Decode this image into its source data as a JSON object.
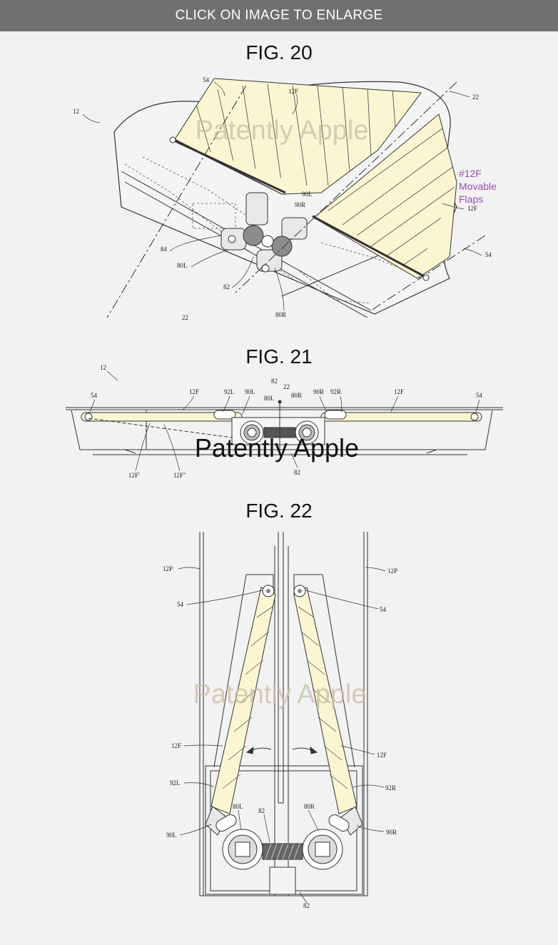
{
  "banner": {
    "text": "CLICK ON IMAGE TO ENLARGE"
  },
  "watermark": "Patently Apple",
  "colors": {
    "flap": "#fbf6d2",
    "line": "#333333",
    "banner": "#707070",
    "note": "#9a4fb0"
  },
  "fig20": {
    "title": "FIG. 20",
    "annotation": [
      "#12F",
      "Movable",
      "Flaps"
    ],
    "labels": {
      "l12": "12",
      "l54a": "54",
      "l54b": "54",
      "l22a": "22",
      "l22b": "22",
      "l12Fa": "12F",
      "l12Fb": "12F",
      "l90L": "90L",
      "l90R": "90R",
      "l84": "84",
      "l80L": "80L",
      "l82": "82",
      "l80R": "80R"
    }
  },
  "fig21": {
    "title": "FIG. 21",
    "labels": {
      "l12": "12",
      "l54L": "54",
      "l54R": "54",
      "l12FL": "12F",
      "l12FR": "12F",
      "l92L": "92L",
      "l90L": "90L",
      "l80L": "80L",
      "l82t": "82",
      "l22": "22",
      "l80R": "80R",
      "l90R": "90R",
      "l92R": "92R",
      "l12Fp": "12F'",
      "l12Fpp": "12F\"",
      "l82b": "82"
    }
  },
  "fig22": {
    "title": "FIG. 22",
    "labels": {
      "l12PL": "12P",
      "l12PR": "12P",
      "l54L": "54",
      "l54R": "54",
      "l12FL": "12F",
      "l12FR": "12F",
      "l92L": "92L",
      "l92R": "92R",
      "l80L": "80L",
      "l82t": "82",
      "l80R": "80R",
      "l90L": "90L",
      "l90R": "90R",
      "l82b": "82"
    }
  }
}
